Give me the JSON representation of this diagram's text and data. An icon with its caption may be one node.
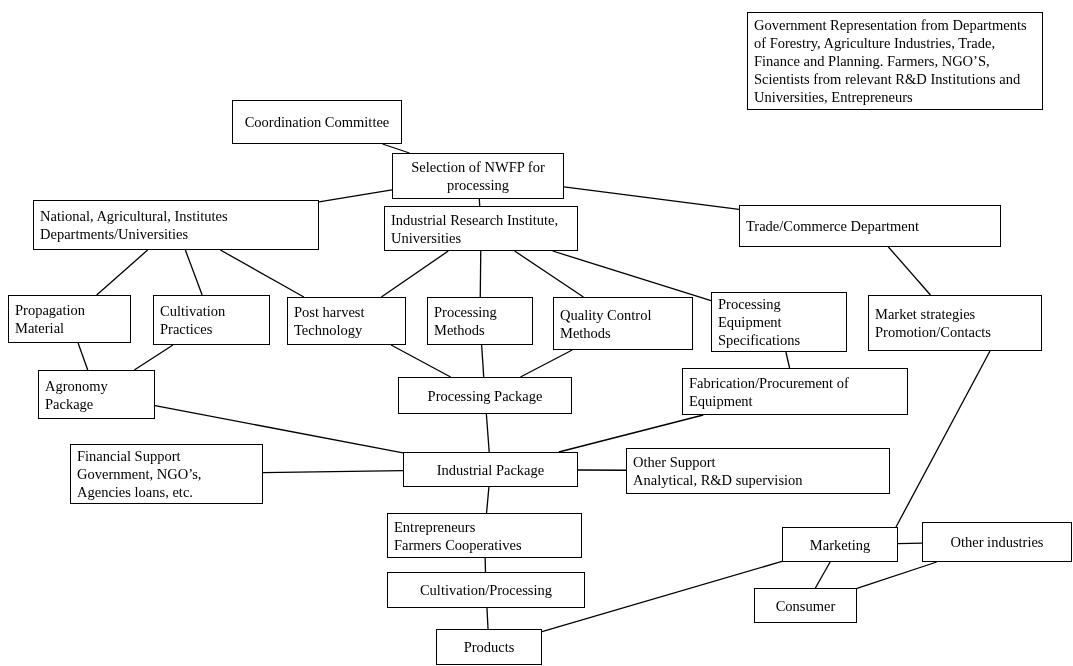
{
  "diagram": {
    "nodes": [
      {
        "text": [
          "Coordination Committee"
        ]
      },
      {
        "text": [
          "Government Representation from Departments of Forestry, Agriculture Industries, Trade, Finance and Planning. Farmers, NGO’S, Scientists from relevant R&D Institutions and Universities, Entrepreneurs"
        ]
      },
      {
        "text": [
          "Selection of NWFP for processing"
        ]
      },
      {
        "text": [
          "National, Agricultural, Institutes Departments/Universities"
        ]
      },
      {
        "text": [
          "Industrial Research Institute, Universities"
        ]
      },
      {
        "text": [
          "Trade/Commerce Department"
        ]
      },
      {
        "text": [
          "Propagation Material"
        ]
      },
      {
        "text": [
          "Cultivation Practices"
        ]
      },
      {
        "text": [
          "Post harvest Technology"
        ]
      },
      {
        "text": [
          "Processing Methods"
        ]
      },
      {
        "text": [
          "Quality Control Methods"
        ]
      },
      {
        "text": [
          "Processing Equipment Specifications"
        ]
      },
      {
        "text": [
          "Market strategies",
          "Promotion/Contacts"
        ]
      },
      {
        "text": [
          "Agronomy Package"
        ]
      },
      {
        "text": [
          "Processing Package"
        ]
      },
      {
        "text": [
          "Fabrication/Procurement of Equipment"
        ]
      },
      {
        "text": [
          "Financial Support",
          "Government, NGO’s, Agencies loans, etc."
        ]
      },
      {
        "text": [
          "Industrial Package"
        ]
      },
      {
        "text": [
          "Other Support",
          "Analytical, R&D supervision"
        ]
      },
      {
        "text": [
          "Entrepreneurs",
          "Farmers Cooperatives"
        ]
      },
      {
        "text": [
          "Cultivation/Processing"
        ]
      },
      {
        "text": [
          "Products"
        ]
      },
      {
        "text": [
          "Marketing"
        ]
      },
      {
        "text": [
          "Other industries"
        ]
      },
      {
        "text": [
          "Consumer"
        ]
      }
    ],
    "edges": [
      {
        "from": 0,
        "to": 2,
        "arrow": "none"
      },
      {
        "from": 2,
        "to": 3,
        "arrow": "none"
      },
      {
        "from": 2,
        "to": 4,
        "arrow": "none"
      },
      {
        "from": 2,
        "to": 5,
        "arrow": "none"
      },
      {
        "from": 3,
        "to": 6,
        "arrow": "none"
      },
      {
        "from": 3,
        "to": 7,
        "arrow": "none"
      },
      {
        "from": 3,
        "to": 8,
        "arrow": "none"
      },
      {
        "from": 4,
        "to": 8,
        "arrow": "none"
      },
      {
        "from": 4,
        "to": 9,
        "arrow": "none"
      },
      {
        "from": 4,
        "to": 10,
        "arrow": "none"
      },
      {
        "from": 4,
        "to": 11,
        "arrow": "none"
      },
      {
        "from": 5,
        "to": 12,
        "arrow": "none"
      },
      {
        "from": 6,
        "to": 13,
        "arrow": "none"
      },
      {
        "from": 7,
        "to": 13,
        "arrow": "none"
      },
      {
        "from": 8,
        "to": 14,
        "arrow": "none"
      },
      {
        "from": 9,
        "to": 14,
        "arrow": "none"
      },
      {
        "from": 10,
        "to": 14,
        "arrow": "none"
      },
      {
        "from": 11,
        "to": 15,
        "arrow": "none"
      },
      {
        "from": 13,
        "to": 17,
        "arrow": "none"
      },
      {
        "from": 14,
        "to": 17,
        "arrow": "none"
      },
      {
        "from": 15,
        "to": 17,
        "arrow": "none"
      },
      {
        "from": 16,
        "to": 17,
        "arrow": "none"
      },
      {
        "from": 17,
        "to": 18,
        "arrow": "none"
      },
      {
        "from": 17,
        "to": 19,
        "arrow": "none"
      },
      {
        "from": 19,
        "to": 20,
        "arrow": "none"
      },
      {
        "from": 20,
        "to": 21,
        "arrow": "none"
      },
      {
        "from": 21,
        "to": 22,
        "arrow": "none"
      },
      {
        "from": 12,
        "to": 22,
        "arrow": "none"
      },
      {
        "from": 22,
        "to": 23,
        "arrow": "none"
      },
      {
        "from": 22,
        "to": 24,
        "arrow": "none"
      },
      {
        "from": 24,
        "to": 23,
        "arrow": "none"
      }
    ]
  }
}
